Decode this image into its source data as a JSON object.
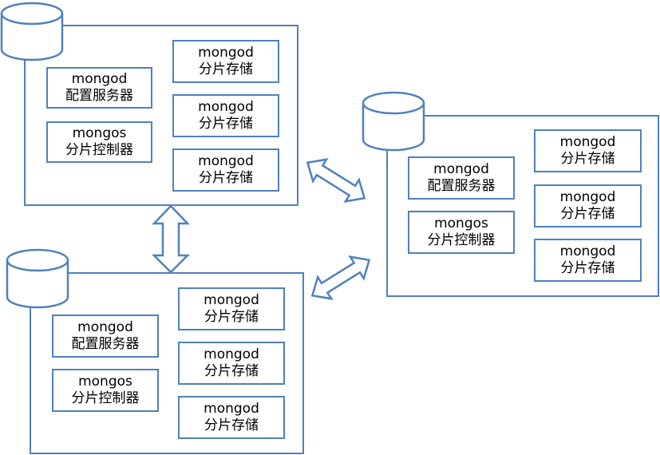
{
  "clusters": [
    {
      "config": {
        "line1": "mongod",
        "line2": "配置服务器"
      },
      "router": {
        "line1": "mongos",
        "line2": "分片控制器"
      },
      "shards": [
        {
          "line1": "mongod",
          "line2": "分片存储"
        },
        {
          "line1": "mongod",
          "line2": "分片存储"
        },
        {
          "line1": "mongod",
          "line2": "分片存储"
        }
      ]
    },
    {
      "config": {
        "line1": "mongod",
        "line2": "配置服务器"
      },
      "router": {
        "line1": "mongos",
        "line2": "分片控制器"
      },
      "shards": [
        {
          "line1": "mongod",
          "line2": "分片存储"
        },
        {
          "line1": "mongod",
          "line2": "分片存储"
        },
        {
          "line1": "mongod",
          "line2": "分片存储"
        }
      ]
    },
    {
      "config": {
        "line1": "mongod",
        "line2": "配置服务器"
      },
      "router": {
        "line1": "mongos",
        "line2": "分片控制器"
      },
      "shards": [
        {
          "line1": "mongod",
          "line2": "分片存储"
        },
        {
          "line1": "mongod",
          "line2": "分片存储"
        },
        {
          "line1": "mongod",
          "line2": "分片存储"
        }
      ]
    }
  ],
  "colors": {
    "stroke": "#4f81bd",
    "fill": "#ffffff"
  },
  "icons": [
    "database-icon",
    "double-arrow-icon"
  ]
}
